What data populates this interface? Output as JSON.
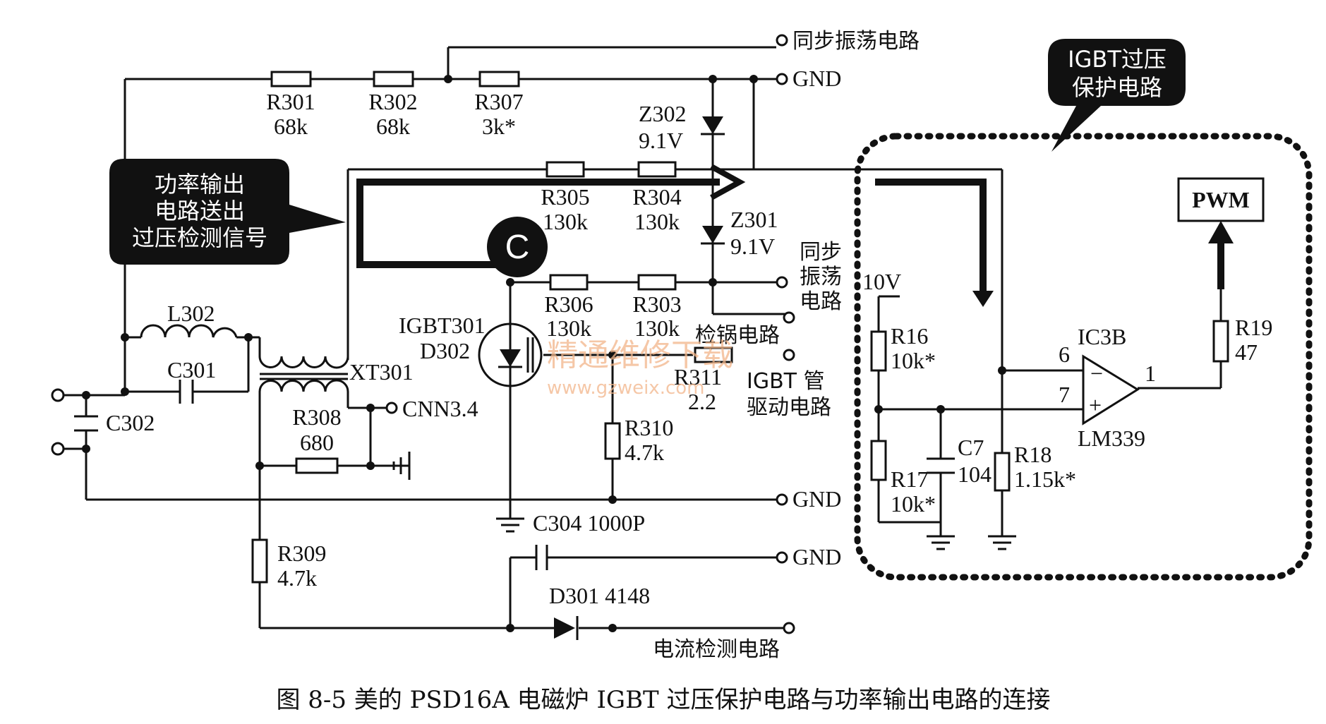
{
  "figure": {
    "caption": "图 8-5   美的 PSD16A 电磁炉 IGBT 过压保护电路与功率输出电路的连接"
  },
  "callouts": {
    "power_output": [
      "功率输出",
      "电路送出",
      "过压检测信号"
    ],
    "igbt_protect": [
      "IGBT过压",
      "保护电路"
    ],
    "marker": "C"
  },
  "terminals": {
    "sync_osc_top": "同步振荡电路",
    "gnd_top": "GND",
    "sync_osc_mid": [
      "同步",
      "振荡",
      "电路"
    ],
    "pot_detect": "检锅电路",
    "igbt_drive": [
      "IGBT 管",
      "驱动电路"
    ],
    "cnn": "CNN3.4",
    "gnd_mid": "GND",
    "gnd_low": "GND",
    "current_detect": "电流检测电路"
  },
  "components": {
    "r301": [
      "R301",
      "68k"
    ],
    "r302": [
      "R302",
      "68k"
    ],
    "r307": [
      "R307",
      "3k*"
    ],
    "z302": [
      "Z302",
      "9.1V"
    ],
    "r305": [
      "R305",
      "130k"
    ],
    "r304": [
      "R304",
      "130k"
    ],
    "z301": [
      "Z301",
      "9.1V"
    ],
    "r306": [
      "R306",
      "130k"
    ],
    "r303": [
      "R303",
      "130k"
    ],
    "l302": "L302",
    "c301": "C301",
    "xt301": "XT301",
    "c302": "C302",
    "igbt301": [
      "IGBT301",
      "D302"
    ],
    "r311": [
      "R311",
      "2.2"
    ],
    "r308": [
      "R308",
      "680"
    ],
    "r310": [
      "R310",
      "4.7k"
    ],
    "c304": "C304 1000P",
    "r309": [
      "R309",
      "4.7k"
    ],
    "d301": "D301 4148",
    "v10": "10V",
    "r16": [
      "R16",
      "10k*"
    ],
    "r17": [
      "R17",
      "10k*"
    ],
    "c7": [
      "C7",
      "104"
    ],
    "r18": [
      "R18",
      "1.15k*"
    ],
    "ic3b": "IC3B",
    "lm339": "LM339",
    "pin6": "6",
    "pin7": "7",
    "pin1": "1",
    "minus": "−",
    "plus": "+",
    "r19": [
      "R19",
      "47"
    ],
    "pwm": "PWM"
  },
  "watermark": {
    "cn": "精通维修下载",
    "url": "www.gzweix.com"
  }
}
